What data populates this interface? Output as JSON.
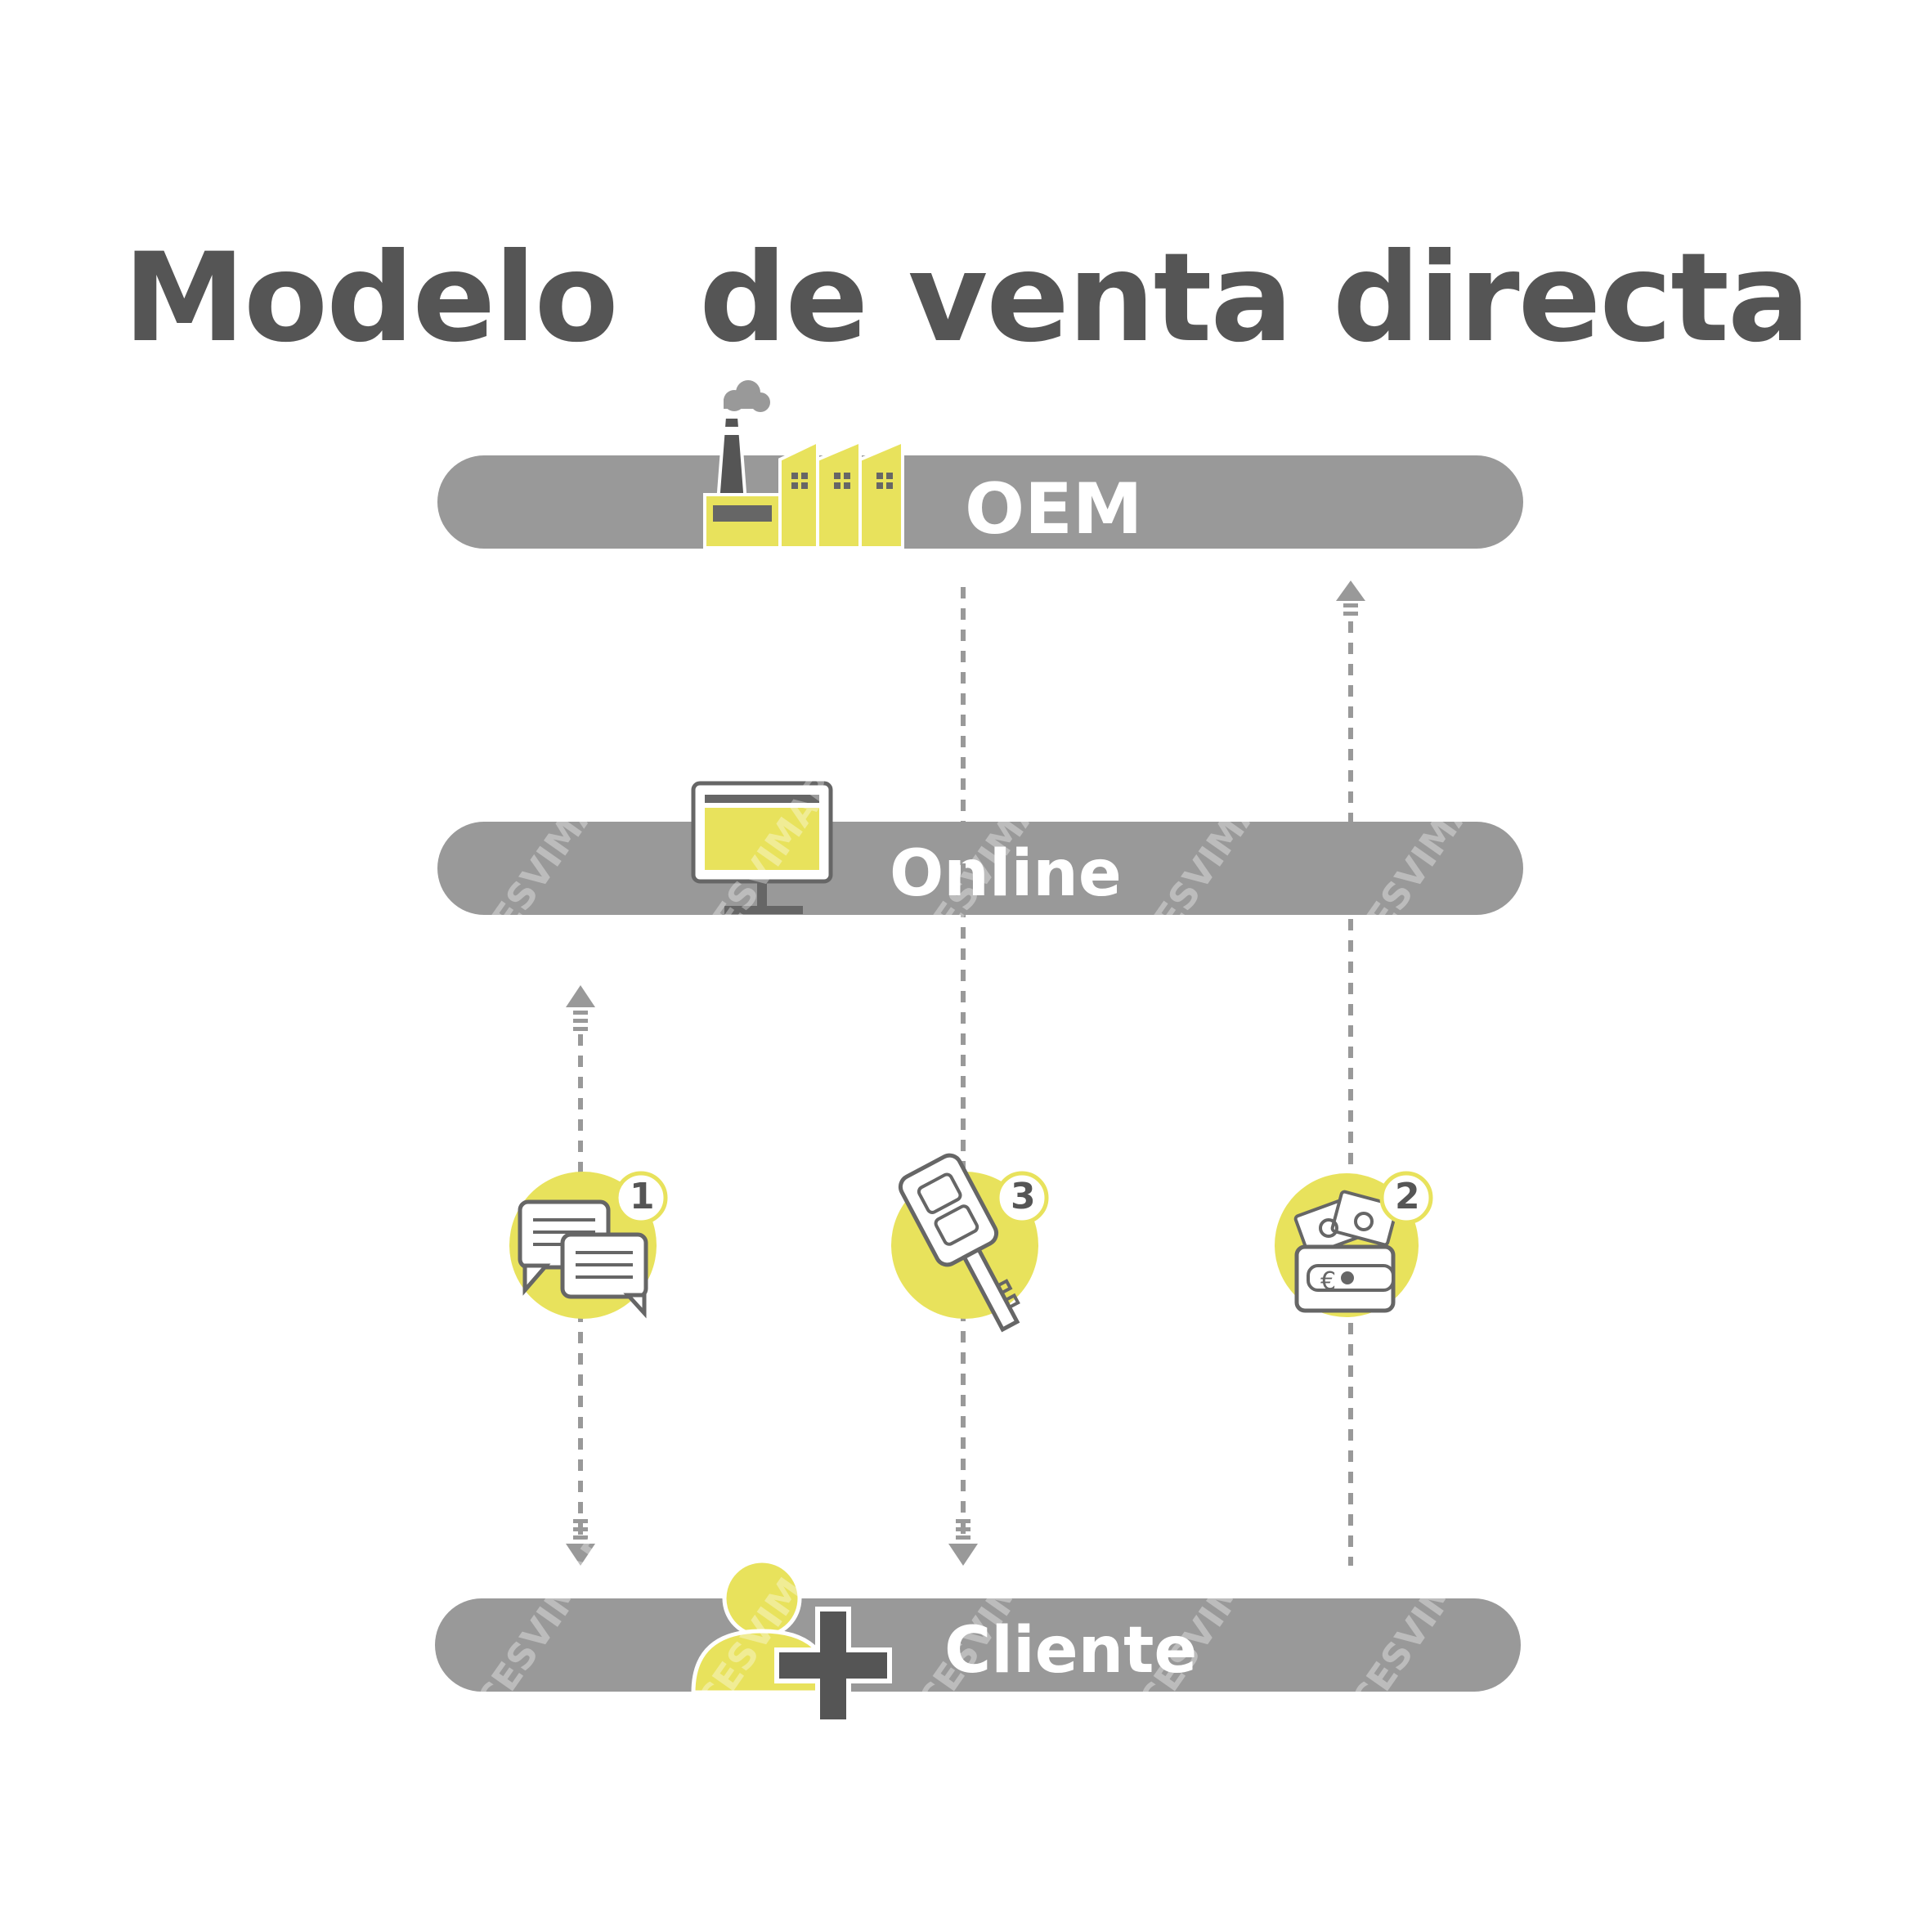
{
  "title": "Modelo  de venta directa",
  "bars": {
    "oem": "OEM",
    "online": "Online",
    "cliente": "Cliente"
  },
  "steps": [
    {
      "number": "1",
      "icon": "chat-bubbles-icon"
    },
    {
      "number": "3",
      "icon": "car-key-icon"
    },
    {
      "number": "2",
      "icon": "wallet-money-icon"
    }
  ],
  "watermark": "CESVIMAP",
  "colors": {
    "bar": "#999999",
    "accent": "#e8e25c",
    "text_dark": "#555555",
    "icon_stroke": "#666666",
    "arrow": "#999999"
  }
}
